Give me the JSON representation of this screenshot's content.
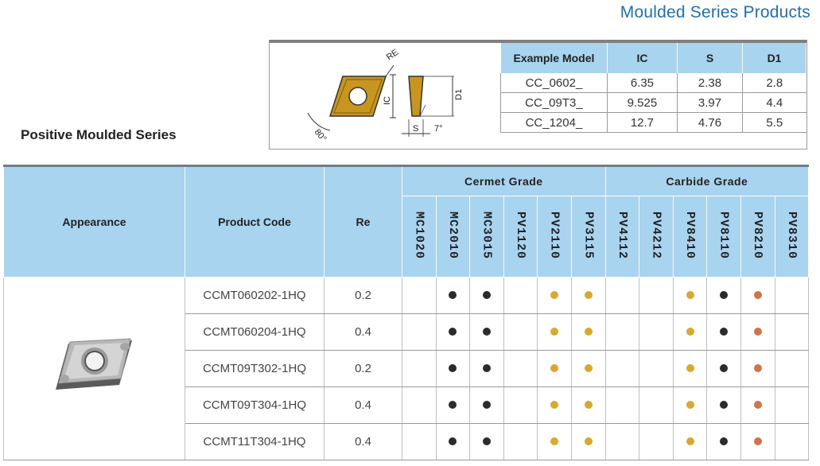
{
  "page_title": "Moulded Series Products",
  "section_title": "Positive Moulded Series",
  "diagram": {
    "labels": {
      "re": "RE",
      "ic": "IC",
      "d1": "D1",
      "s": "S",
      "clearance": "7°",
      "angle": "80°"
    }
  },
  "example_table": {
    "headers": [
      "Example Model",
      "IC",
      "S",
      "D1"
    ],
    "rows": [
      [
        "CC_0602_",
        "6.35",
        "2.38",
        "2.8"
      ],
      [
        "CC_09T3_",
        "9.525",
        "3.97",
        "4.4"
      ],
      [
        "CC_1204_",
        "12.7",
        "4.76",
        "5.5"
      ]
    ]
  },
  "main_table": {
    "headers": {
      "appearance": "Appearance",
      "product_code": "Product Code",
      "re": "Re",
      "cermet": "Cermet Grade",
      "carbide": "Carbide Grade"
    },
    "grades": [
      "MC1020",
      "MC2010",
      "MC3015",
      "PV1120",
      "PV2110",
      "PV3115",
      "PV4112",
      "PV4212",
      "PV8410",
      "PV8110",
      "PV8210",
      "PV8310"
    ],
    "colors": {
      "black": "#2b2b2b",
      "gold": "#d9a92e",
      "orange": "#d2744a",
      "header_bg": "#a9d4f0",
      "title": "#1f6fb5"
    },
    "rows": [
      {
        "code": "CCMT060202-1HQ",
        "re": "0.2",
        "dots": [
          "",
          "black",
          "black",
          "",
          "gold",
          "gold",
          "",
          "",
          "gold",
          "black",
          "orange",
          ""
        ]
      },
      {
        "code": "CCMT060204-1HQ",
        "re": "0.4",
        "dots": [
          "",
          "black",
          "black",
          "",
          "gold",
          "gold",
          "",
          "",
          "gold",
          "black",
          "orange",
          ""
        ]
      },
      {
        "code": "CCMT09T302-1HQ",
        "re": "0.2",
        "dots": [
          "",
          "black",
          "black",
          "",
          "gold",
          "gold",
          "",
          "",
          "gold",
          "black",
          "orange",
          ""
        ]
      },
      {
        "code": "CCMT09T304-1HQ",
        "re": "0.4",
        "dots": [
          "",
          "black",
          "black",
          "",
          "gold",
          "gold",
          "",
          "",
          "gold",
          "black",
          "orange",
          ""
        ]
      },
      {
        "code": "CCMT11T304-1HQ",
        "re": "0.4",
        "dots": [
          "",
          "black",
          "black",
          "",
          "gold",
          "gold",
          "",
          "",
          "gold",
          "black",
          "orange",
          ""
        ]
      }
    ]
  }
}
